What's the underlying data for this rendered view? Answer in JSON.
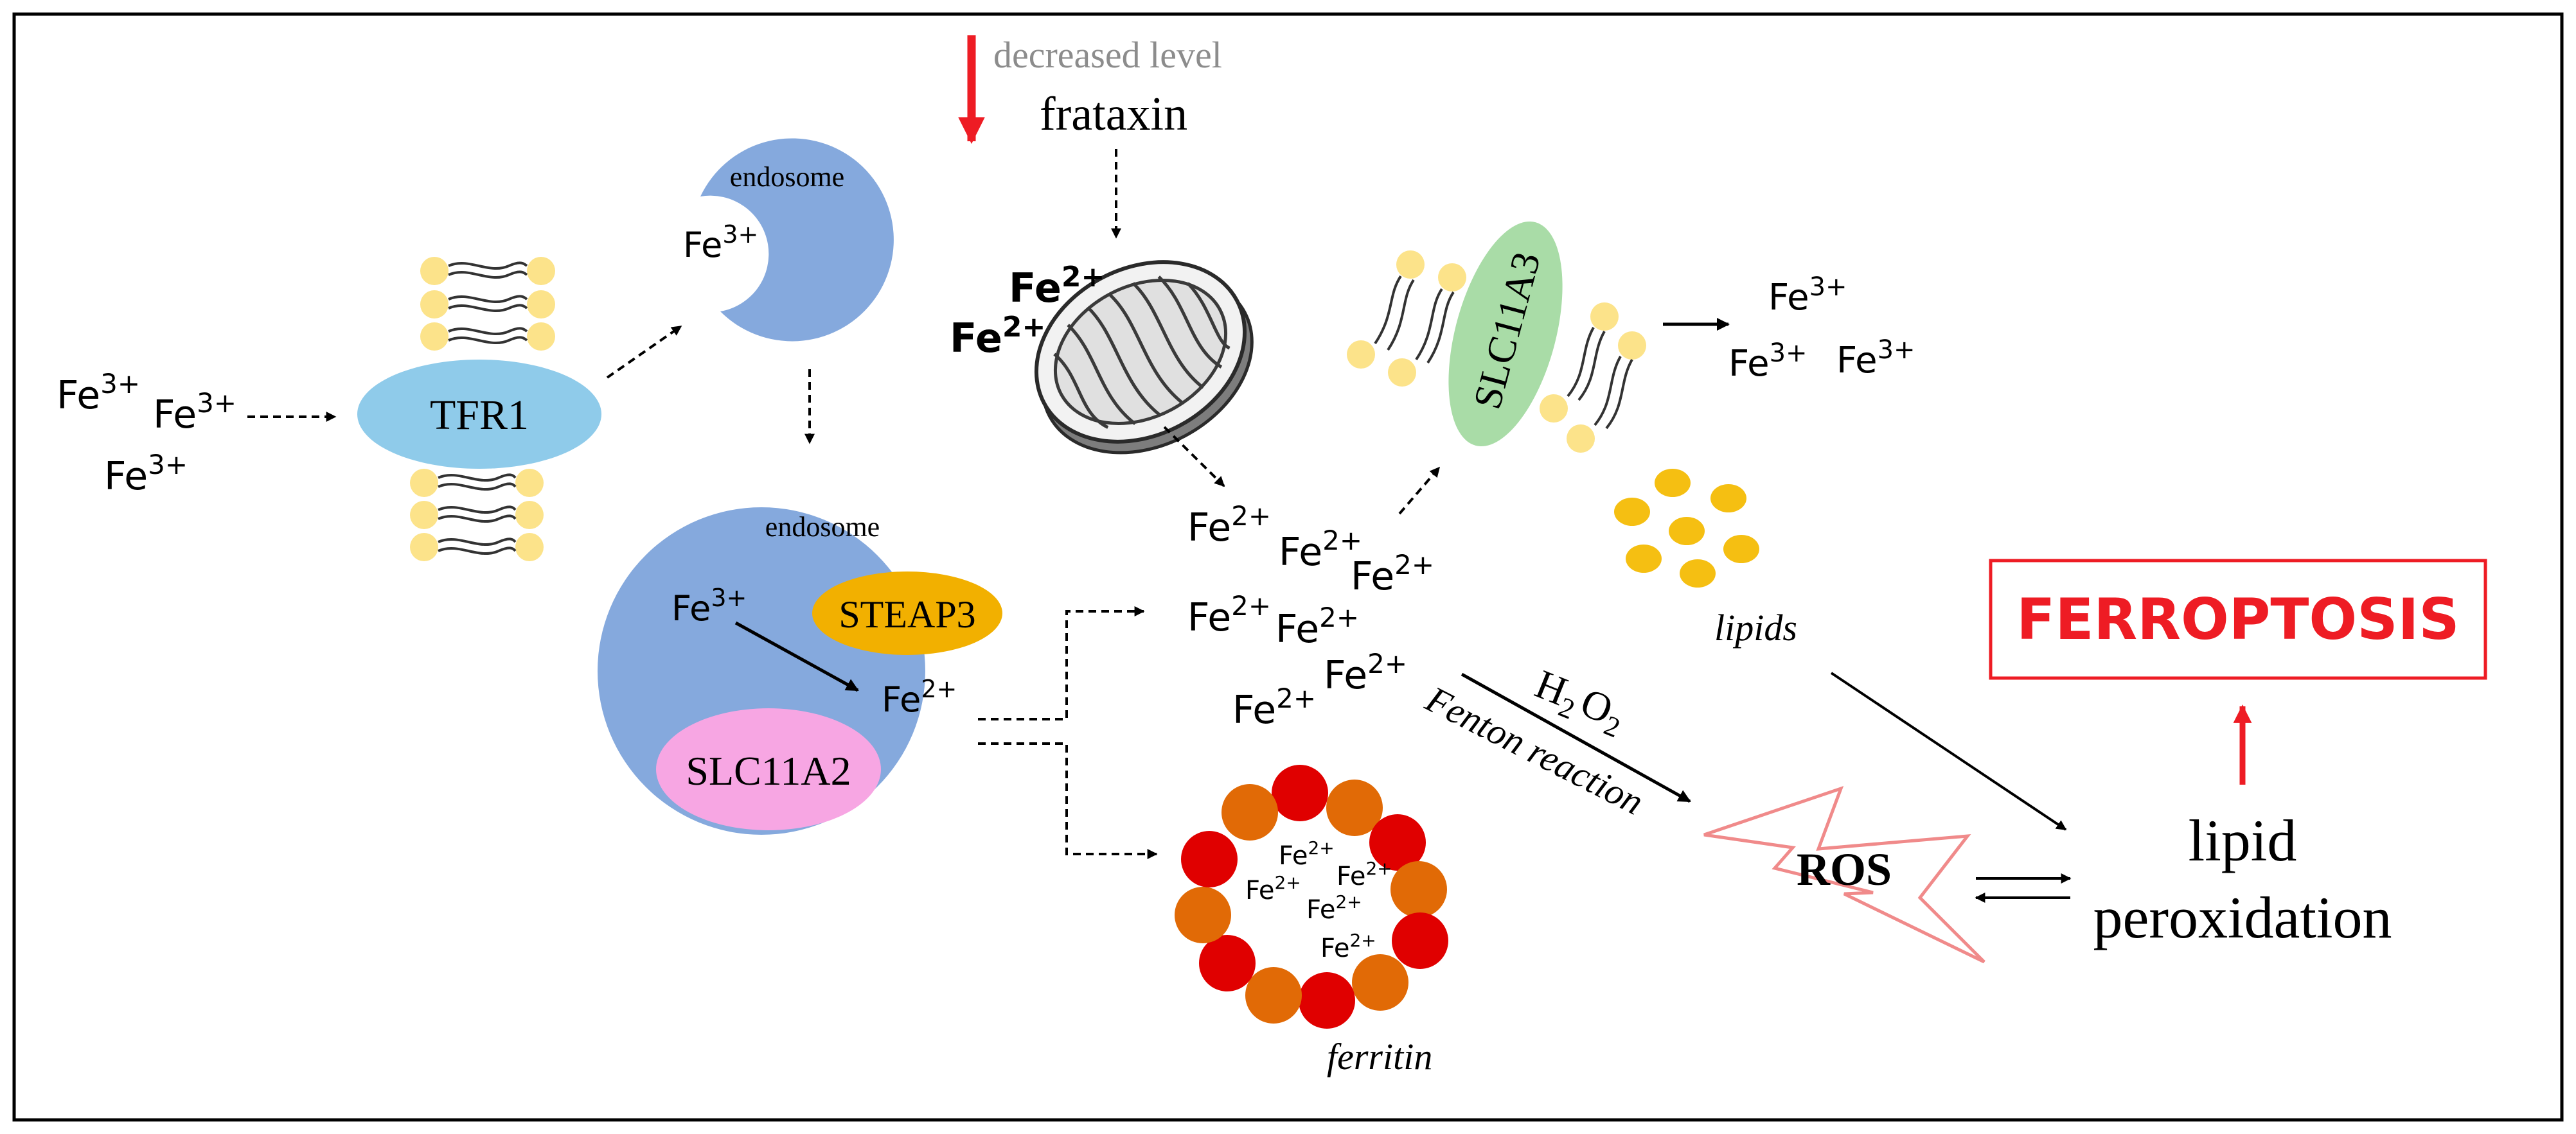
{
  "ion": {
    "base": "Fe",
    "fe3_sup": "3+",
    "fe2_sup": "2+"
  },
  "labels": {
    "decreased_level": "decreased level",
    "frataxin": "frataxin",
    "endosome_top": "endosome",
    "endosome_bottom": "endosome",
    "tfr1": "TFR1",
    "steap3": "STEAP3",
    "slc11a2": "SLC11A2",
    "slc11a3": "SLC11A3",
    "lipids": "lipids",
    "ferritin": "ferritin",
    "fenton": "Fenton reaction",
    "h2o2_h": "H",
    "h2o2_2a": "2",
    "h2o2_o": "O",
    "h2o2_2b": "2",
    "ros": "ROS",
    "lipid": "lipid",
    "peroxidation": "peroxidation",
    "ferroptosis": "FERROPTOSIS"
  },
  "colors": {
    "membrane_bead": "#FCE38A",
    "tfr1": "#8FCBEA",
    "endosome": "#85A9DD",
    "steap3": "#F2B000",
    "slc11a2": "#F7A6E3",
    "slc11a3": "#A9DCA7",
    "lipid_drop": "#F5BF12",
    "ferritin_red": "#E00000",
    "ferritin_orange": "#E16A06",
    "ros_outline": "#F08A8A",
    "alert_red": "#EE1C24"
  }
}
